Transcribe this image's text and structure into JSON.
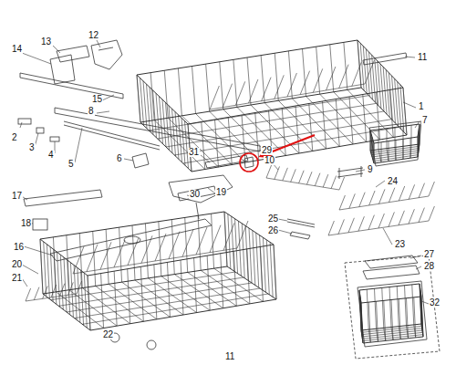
{
  "diagram": {
    "labels": [
      "12",
      "13",
      "14",
      "11",
      "15",
      "8",
      "1",
      "7",
      "2",
      "3",
      "4",
      "5",
      "6",
      "31",
      "29",
      "10",
      "9",
      "24",
      "17",
      "19",
      "30",
      "18",
      "25",
      "26",
      "16",
      "23",
      "20",
      "27",
      "28",
      "21",
      "32",
      "22",
      "11"
    ]
  }
}
